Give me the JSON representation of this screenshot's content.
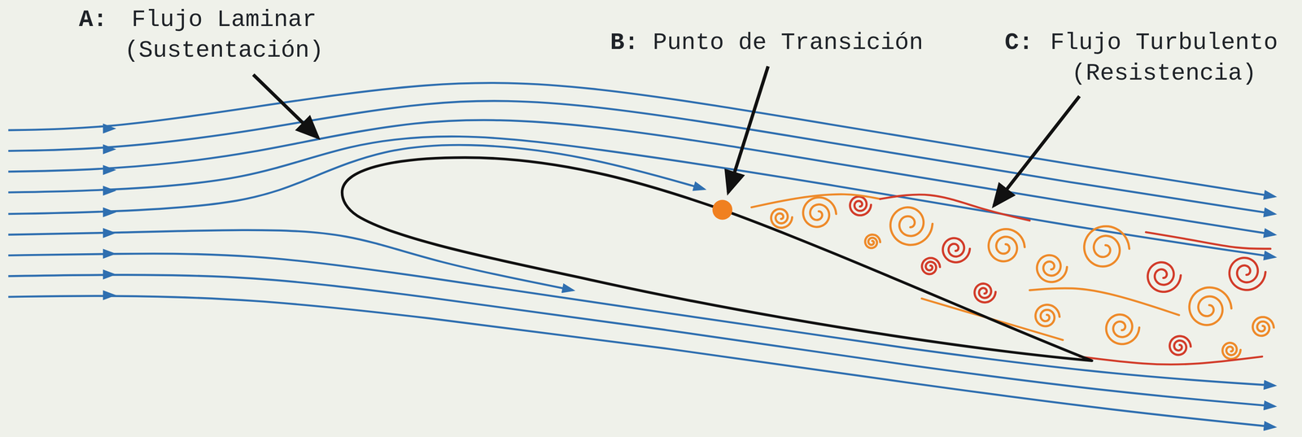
{
  "diagram": {
    "labels": [
      "A:",
      "Flujo Laminar (Sustentación)",
      "B:",
      "Punto de Transición",
      "C:",
      "Flujo Turbulento (Resistencia)"
    ]
  }
}
